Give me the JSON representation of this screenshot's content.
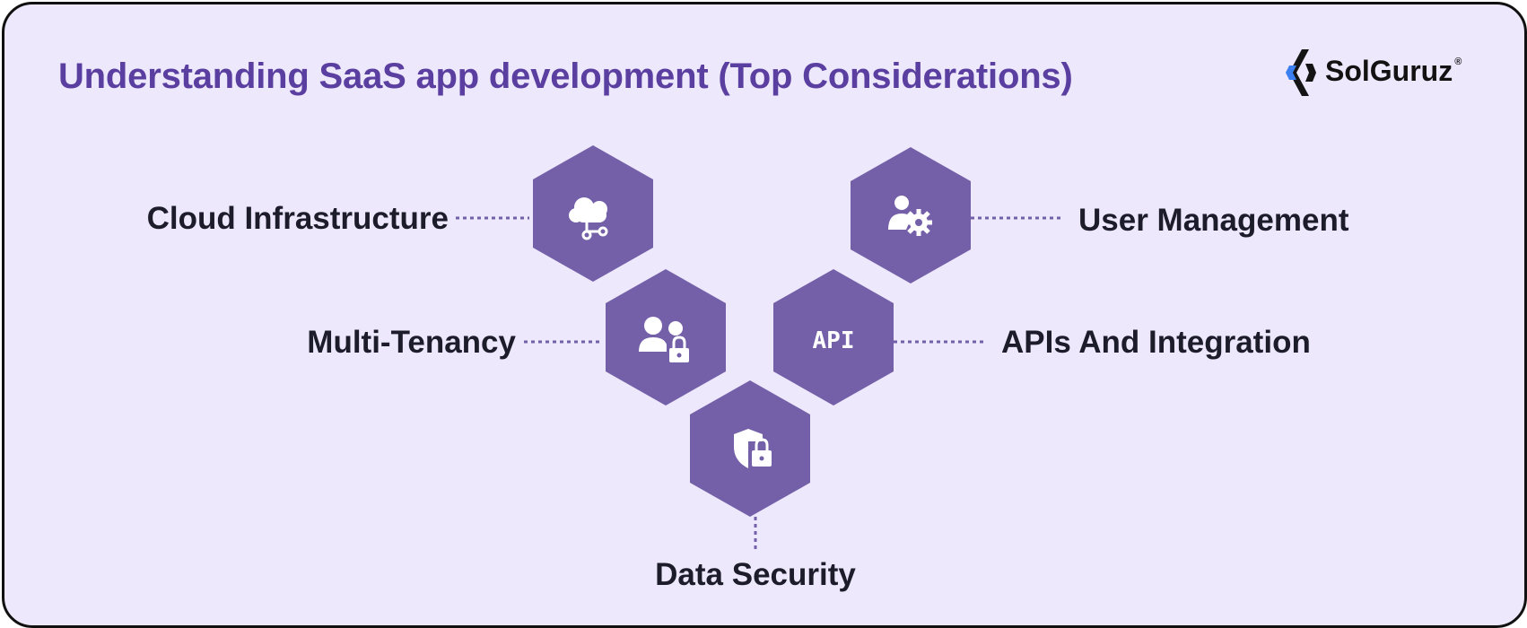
{
  "title": "Understanding SaaS app development (Top Considerations)",
  "brand": {
    "name": "SolGuruz",
    "mark": "®"
  },
  "colors": {
    "background": "#ede8fc",
    "title": "#5a3fa0",
    "hexagon": "#7460a8",
    "text": "#1c1c2a",
    "connector": "#7460a8"
  },
  "items": [
    {
      "label": "Cloud Infrastructure",
      "icon": "cloud-network-icon"
    },
    {
      "label": "User Management",
      "icon": "user-gear-icon"
    },
    {
      "label": "Multi-Tenancy",
      "icon": "users-lock-icon"
    },
    {
      "label": "APIs And Integration",
      "icon": "api-icon",
      "icon_text": "API"
    },
    {
      "label": "Data Security",
      "icon": "shield-lock-icon"
    }
  ]
}
